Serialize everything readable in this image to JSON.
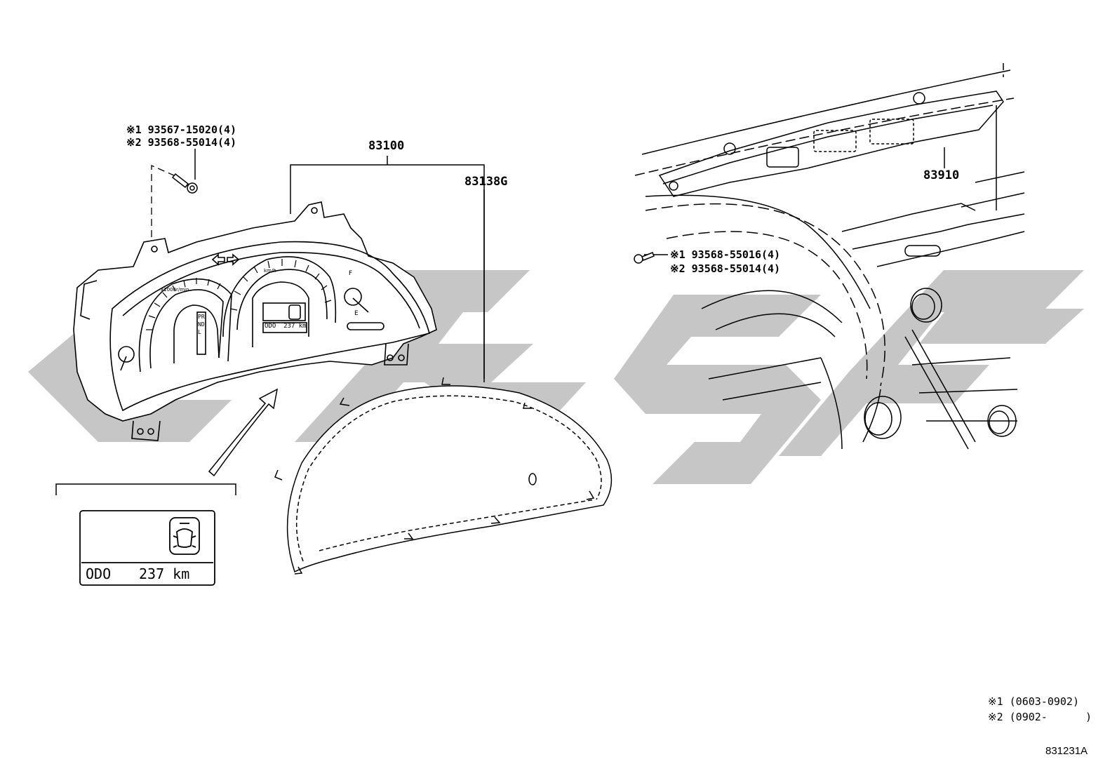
{
  "parts": {
    "main_assembly": "83100",
    "cover_glass": "83138G",
    "clock_display": "83910"
  },
  "screws_left": {
    "line1": "※1 93567-15020(4)",
    "line2": "※2 93568-55014(4)"
  },
  "screws_right": {
    "line1": "※1 93568-55016(4)",
    "line2": "※2 93568-55014(4)"
  },
  "detail_display": {
    "odo_label": "ODO",
    "odo_value": "237 km"
  },
  "cluster_display": {
    "odo_small": "ODO  237 km",
    "gear_letters": "PRNDL",
    "tacho_label": "x1000r/min",
    "speed_label": "km/h",
    "fuel_full": "F",
    "fuel_empty": "E"
  },
  "footnotes": {
    "note1": "※1 (0603-0902)",
    "note2": "※2 (0902-      )"
  },
  "drawing_code": "831231A",
  "watermark_color": "#c6c6c6"
}
